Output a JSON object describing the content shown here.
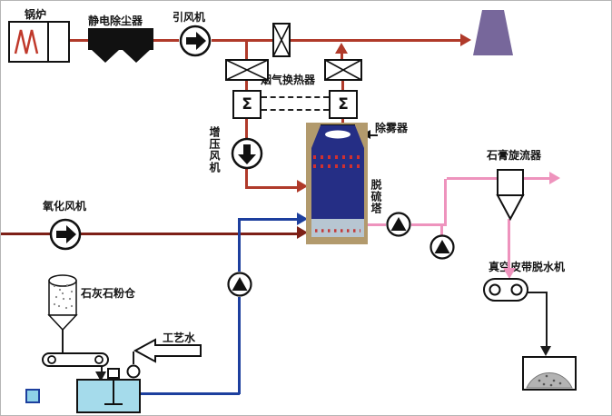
{
  "diagram": {
    "labels": {
      "boiler": "锅炉",
      "esp": "静电除尘器",
      "id_fan": "引风机",
      "gas_heater": "烟气换热器",
      "booster_fan": "增压风机",
      "demister": "除雾器",
      "fgd_tower": "脱硫塔",
      "gypsum_cyclone": "石膏旋流器",
      "vacuum_belt_dewaterer": "真空皮带脱水机",
      "oxidation_fan": "氧化风机",
      "limestone_silo": "石灰石粉仓",
      "process_water": "工艺水"
    },
    "symbols": {
      "heat_exchanger_glyph": "Σ"
    },
    "colors": {
      "flue_gas_line": "#b03a2a",
      "oxidation_air_line": "#7d2017",
      "gypsum_slurry_line": "#ee93bd",
      "limestone_slurry_line": "#1d3f9e",
      "tower_body": "#252e85",
      "tower_bottom_section": "#b7c6d2",
      "tower_frame": "#b29a6d",
      "stack": "#77679b",
      "tank_fill": "#a5dbeb"
    }
  }
}
